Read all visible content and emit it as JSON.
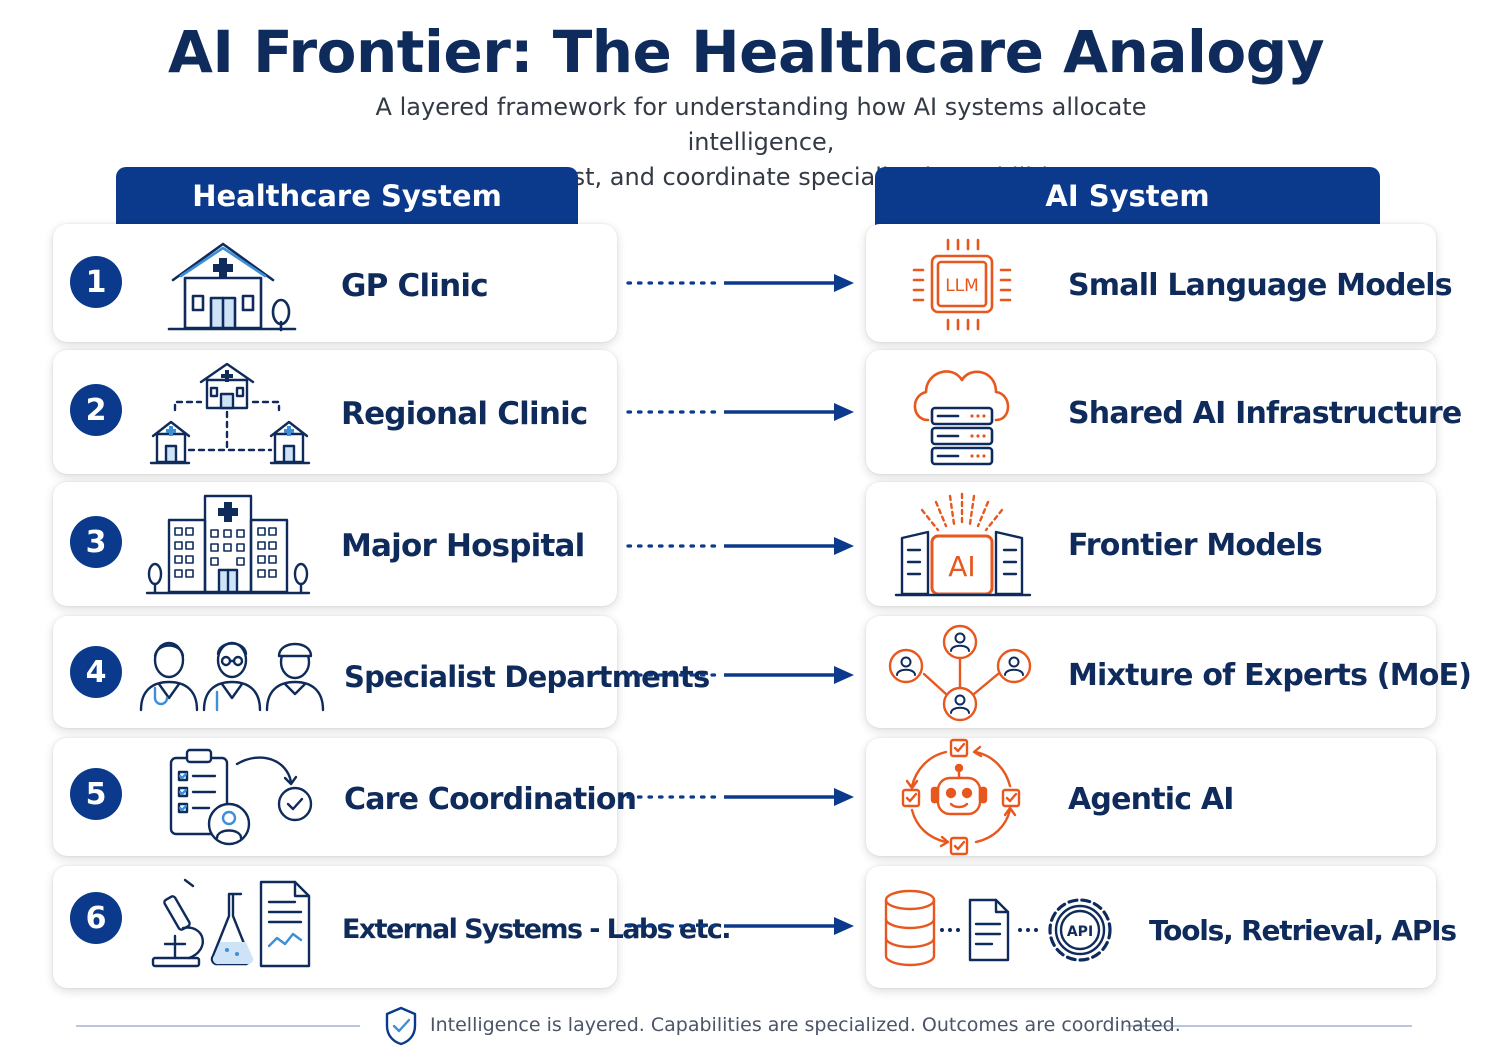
{
  "title": "AI Frontier: The Healthcare Analogy",
  "subtitle_line1": "A layered framework for understanding how AI systems allocate intelligence,",
  "subtitle_line2": "manage cost, and coordinate specialized capabilities.",
  "columns": {
    "left": "Healthcare System",
    "right": "AI System"
  },
  "rows": [
    {
      "number": "1",
      "healthcare": "GP Clinic",
      "ai": "Small Language Models",
      "healthcare_icon": "clinic-building-icon",
      "ai_icon": "llm-chip-icon",
      "chip_text": "LLM"
    },
    {
      "number": "2",
      "healthcare": "Regional Clinic",
      "ai": "Shared AI Infrastructure",
      "healthcare_icon": "clinic-network-icon",
      "ai_icon": "cloud-server-icon"
    },
    {
      "number": "3",
      "healthcare": "Major Hospital",
      "ai": "Frontier Models",
      "healthcare_icon": "hospital-icon",
      "ai_icon": "ai-datacenter-icon",
      "ai_badge": "AI"
    },
    {
      "number": "4",
      "healthcare": "Specialist Departments",
      "ai": "Mixture of Experts (MoE)",
      "healthcare_icon": "doctors-team-icon",
      "ai_icon": "expert-network-icon"
    },
    {
      "number": "5",
      "healthcare": "Care Coordination",
      "ai": "Agentic AI",
      "healthcare_icon": "care-clipboard-icon",
      "ai_icon": "robot-cycle-icon"
    },
    {
      "number": "6",
      "healthcare": "External Systems - Labs etc.",
      "ai": "Tools, Retrieval, APIs",
      "healthcare_icon": "lab-equipment-icon",
      "ai_icon": "database-api-icon",
      "api_text": "API"
    }
  ],
  "footer": "Intelligence is layered. Capabilities are specialized. Outcomes are coordinated.",
  "colors": {
    "navy": "#0b3a8c",
    "text": "#0f2b5b",
    "accent_orange": "#e8571e",
    "accent_light_blue": "#3d8fd8"
  }
}
